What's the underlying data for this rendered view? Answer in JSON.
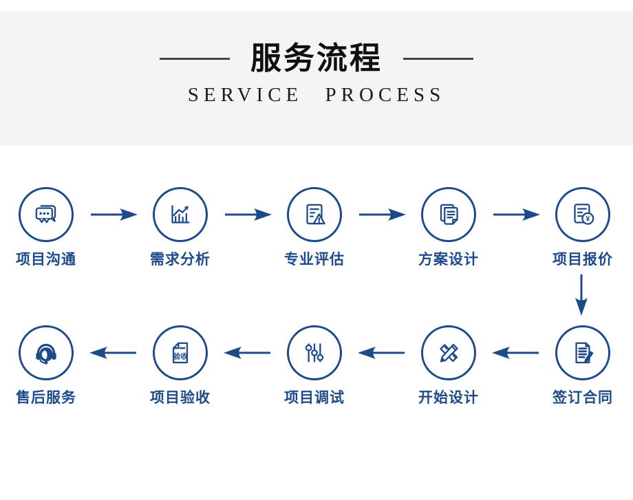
{
  "header": {
    "title": "服务流程",
    "subtitle": "SERVICE PROCESS"
  },
  "colors": {
    "accent_blue": "#1d4a8a",
    "accent_line_brown": "#4a4236",
    "band_gray": "#f4f4f5",
    "title_black": "#101010"
  },
  "flow": {
    "row1": {
      "arrow_direction": "right",
      "steps": [
        {
          "label": "项目沟通",
          "icon": "speech-bubbles-icon"
        },
        {
          "label": "需求分析",
          "icon": "growth-chart-icon"
        },
        {
          "label": "专业评估",
          "icon": "document-alert-icon"
        },
        {
          "label": "方案设计",
          "icon": "documents-icon"
        },
        {
          "label": "项目报价",
          "icon": "document-price-icon",
          "currency": "¥"
        }
      ]
    },
    "connector": {
      "direction": "down"
    },
    "row2": {
      "arrow_direction": "left",
      "steps": [
        {
          "label": "售后服务",
          "icon": "customer-support-icon"
        },
        {
          "label": "项目验收",
          "icon": "document-accept-icon",
          "badge": "验收"
        },
        {
          "label": "项目调试",
          "icon": "sliders-icon"
        },
        {
          "label": "开始设计",
          "icon": "pencil-ruler-icon"
        },
        {
          "label": "签订合同",
          "icon": "contract-pen-icon"
        }
      ]
    }
  }
}
